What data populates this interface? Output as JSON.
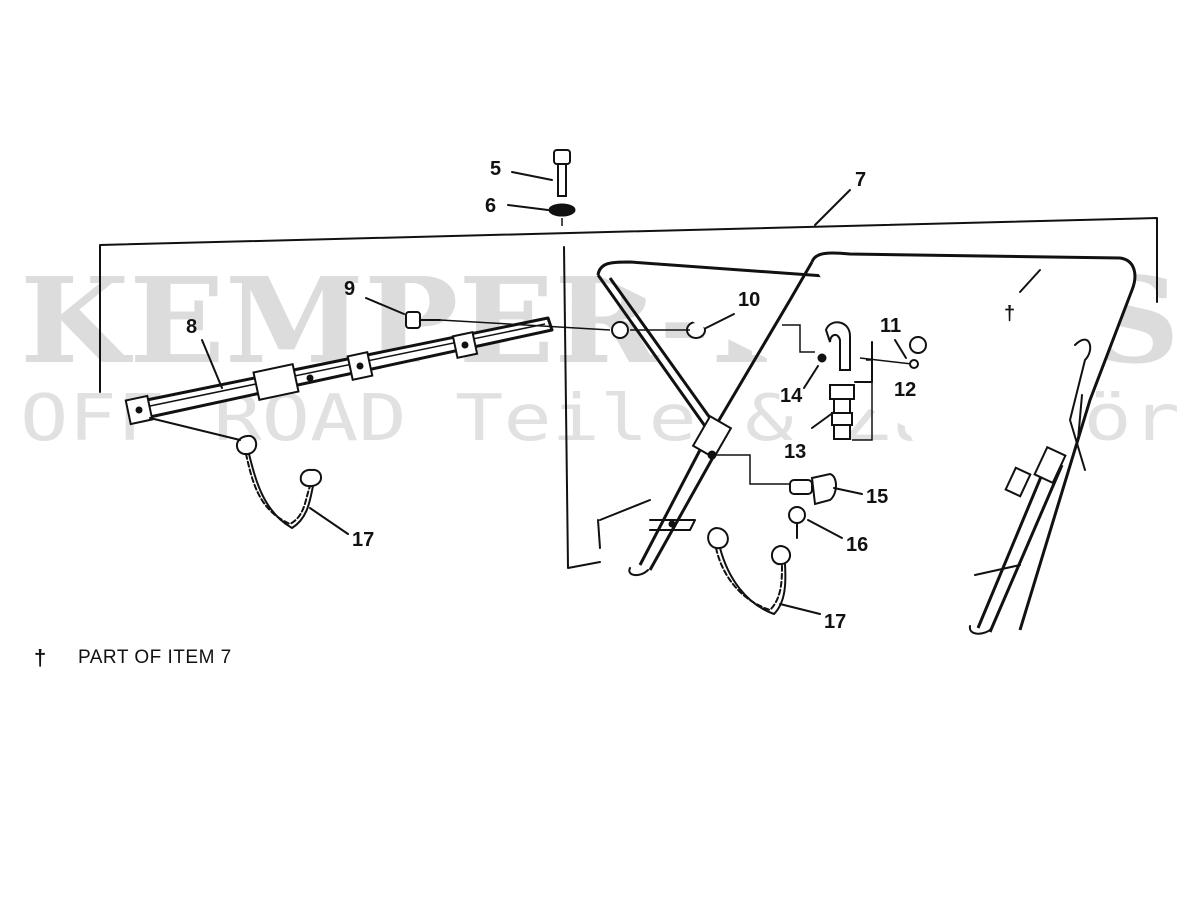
{
  "watermark": {
    "line1": "KEMPER-PARTS",
    "line2": "OFF ROAD Teile & Zubehör"
  },
  "callouts": {
    "c5": "5",
    "c6": "6",
    "c7": "7",
    "c8": "8",
    "c9": "9",
    "c10": "10",
    "c11": "11",
    "c12": "12",
    "c13": "13",
    "c14": "14",
    "c15": "15",
    "c16": "16",
    "c17a": "17",
    "c17b": "17",
    "dagger": "†"
  },
  "legend": {
    "symbol": "†",
    "text": "PART OF ITEM 7"
  }
}
